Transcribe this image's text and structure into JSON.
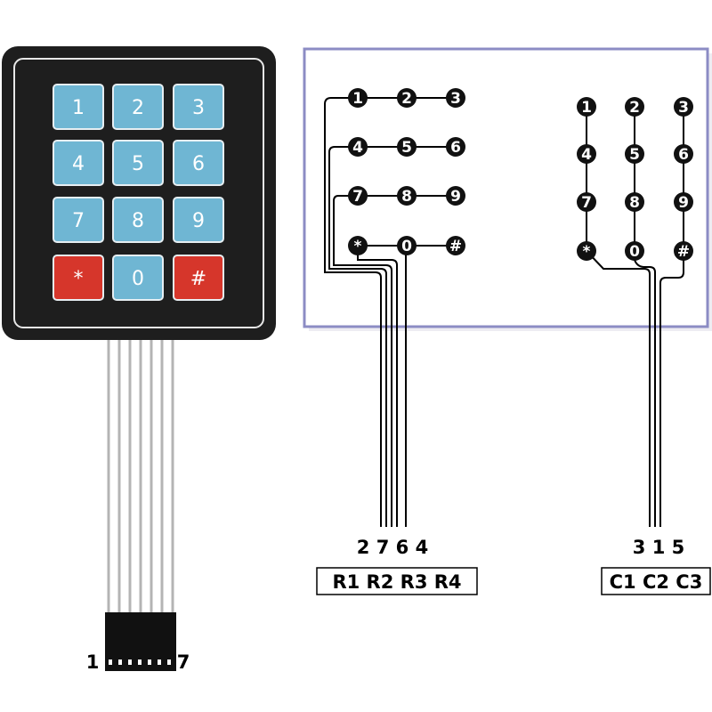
{
  "keypad": {
    "rows": [
      [
        {
          "label": "1",
          "color": "#6fb6d3"
        },
        {
          "label": "2",
          "color": "#6fb6d3"
        },
        {
          "label": "3",
          "color": "#6fb6d3"
        }
      ],
      [
        {
          "label": "4",
          "color": "#6fb6d3"
        },
        {
          "label": "5",
          "color": "#6fb6d3"
        },
        {
          "label": "6",
          "color": "#6fb6d3"
        }
      ],
      [
        {
          "label": "7",
          "color": "#6fb6d3"
        },
        {
          "label": "8",
          "color": "#6fb6d3"
        },
        {
          "label": "9",
          "color": "#6fb6d3"
        }
      ],
      [
        {
          "label": "*",
          "color": "#d6362b"
        },
        {
          "label": "0",
          "color": "#6fb6d3"
        },
        {
          "label": "#",
          "color": "#d6362b"
        }
      ]
    ],
    "body_color": "#1e1e1e",
    "connector": {
      "left_pin": "1",
      "right_pin": "7"
    }
  },
  "schematic": {
    "frame_color": "#8c8cc4",
    "row_nodes": [
      [
        "1",
        "2",
        "3"
      ],
      [
        "4",
        "5",
        "6"
      ],
      [
        "7",
        "8",
        "9"
      ],
      [
        "*",
        "0",
        "#"
      ]
    ],
    "row_pins": "2 7 6 4",
    "row_names": "R1 R2 R3 R4",
    "col_nodes": [
      [
        "1",
        "2",
        "3"
      ],
      [
        "4",
        "5",
        "6"
      ],
      [
        "7",
        "8",
        "9"
      ],
      [
        "*",
        "0",
        "#"
      ]
    ],
    "col_pins": "3 1 5",
    "col_names": "C1 C2 C3"
  }
}
